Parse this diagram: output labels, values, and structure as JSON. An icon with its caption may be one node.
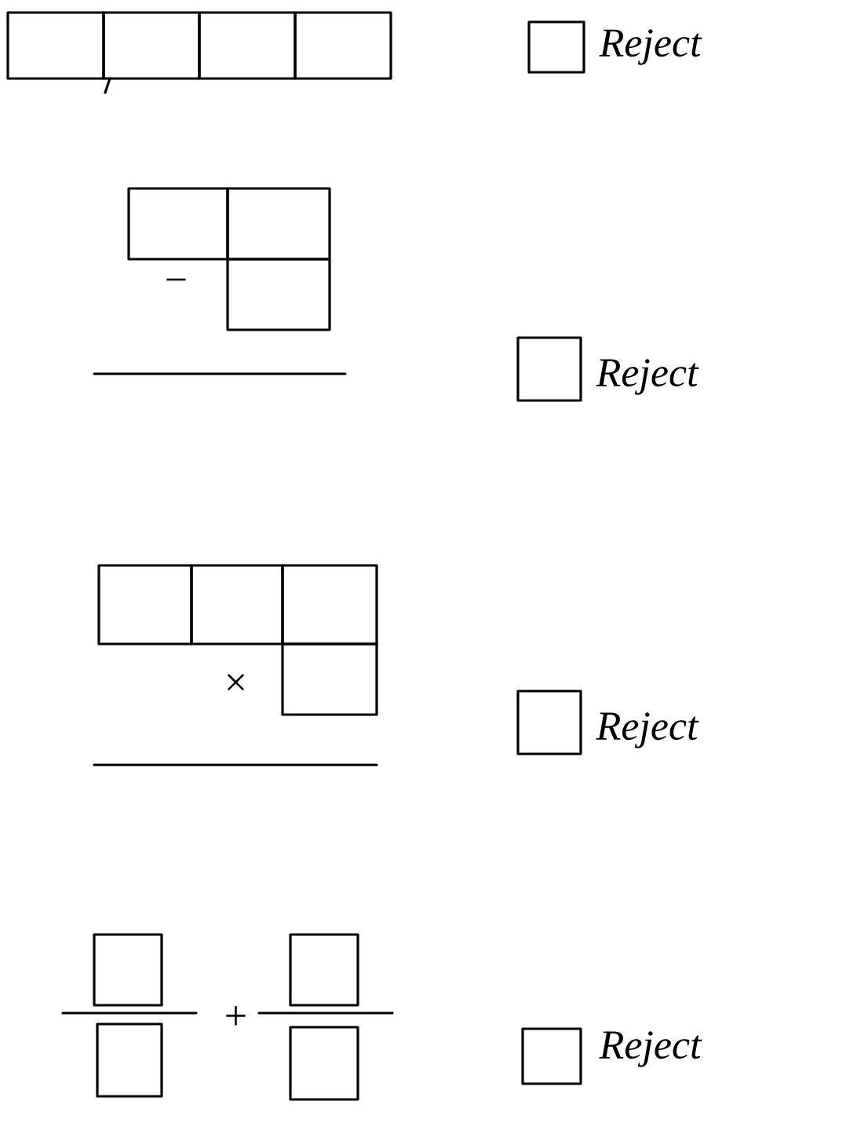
{
  "diagram": {
    "labels": [
      "Reject",
      "−",
      "Reject",
      "×",
      "Reject",
      "+",
      "Reject"
    ]
  }
}
